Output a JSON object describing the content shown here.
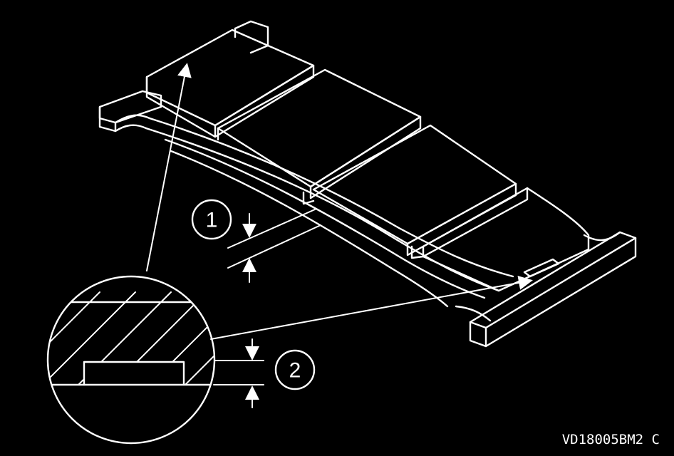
{
  "diagram": {
    "callouts": [
      {
        "id": "callout-1",
        "label": "1"
      },
      {
        "id": "callout-2",
        "label": "2"
      }
    ],
    "figure_code": "VD18005BM2  C",
    "colors": {
      "background": "#000000",
      "line": "#ffffff"
    }
  }
}
